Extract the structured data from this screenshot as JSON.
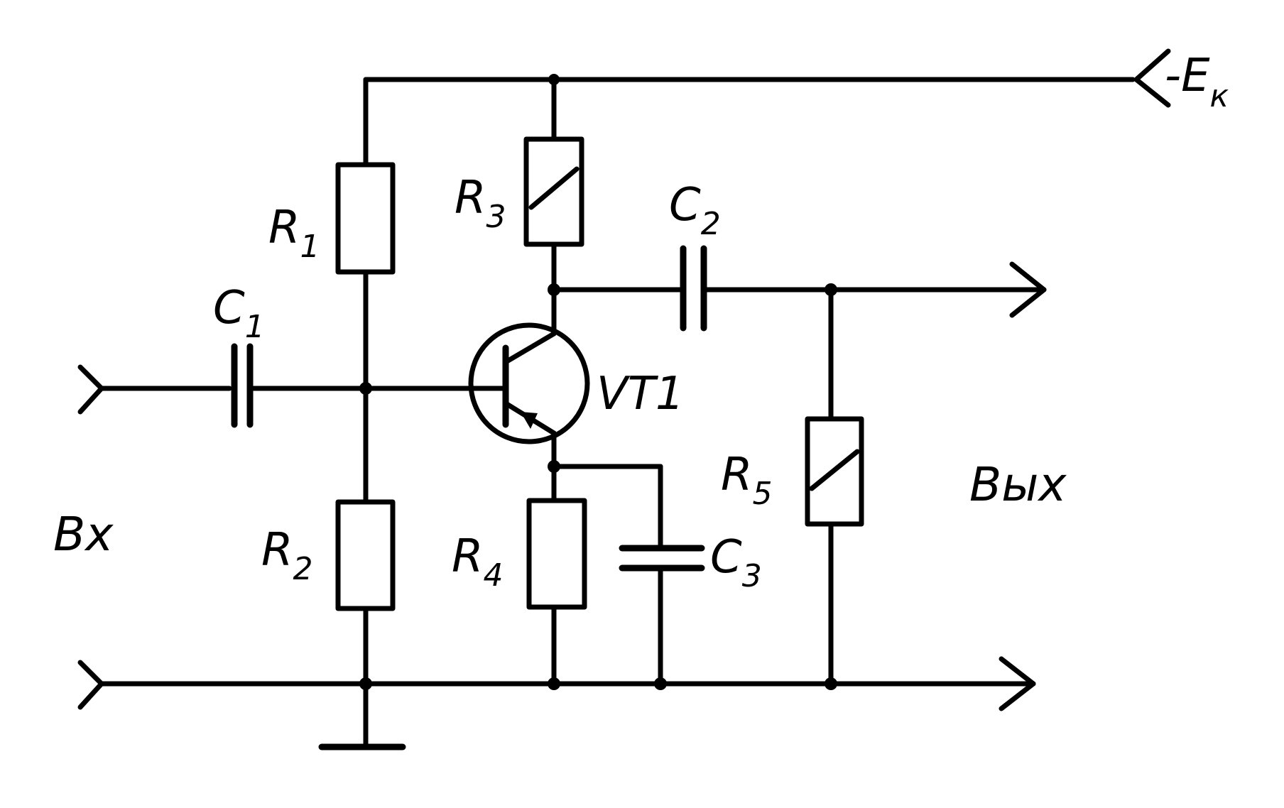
{
  "labels": {
    "supply": {
      "prefix": "-E",
      "sub": "к"
    },
    "input": "Вх",
    "output": "Вых",
    "transistor": "VT1"
  },
  "resistors": [
    {
      "id": "R1",
      "letter": "R",
      "sub": "1",
      "variable": false
    },
    {
      "id": "R2",
      "letter": "R",
      "sub": "2",
      "variable": false
    },
    {
      "id": "R3",
      "letter": "R",
      "sub": "3",
      "variable": true
    },
    {
      "id": "R4",
      "letter": "R",
      "sub": "4",
      "variable": false
    },
    {
      "id": "R5",
      "letter": "R",
      "sub": "5",
      "variable": true
    }
  ],
  "capacitors": [
    {
      "id": "C1",
      "letter": "C",
      "sub": "1"
    },
    {
      "id": "C2",
      "letter": "C",
      "sub": "2"
    },
    {
      "id": "C3",
      "letter": "C",
      "sub": "3"
    }
  ]
}
